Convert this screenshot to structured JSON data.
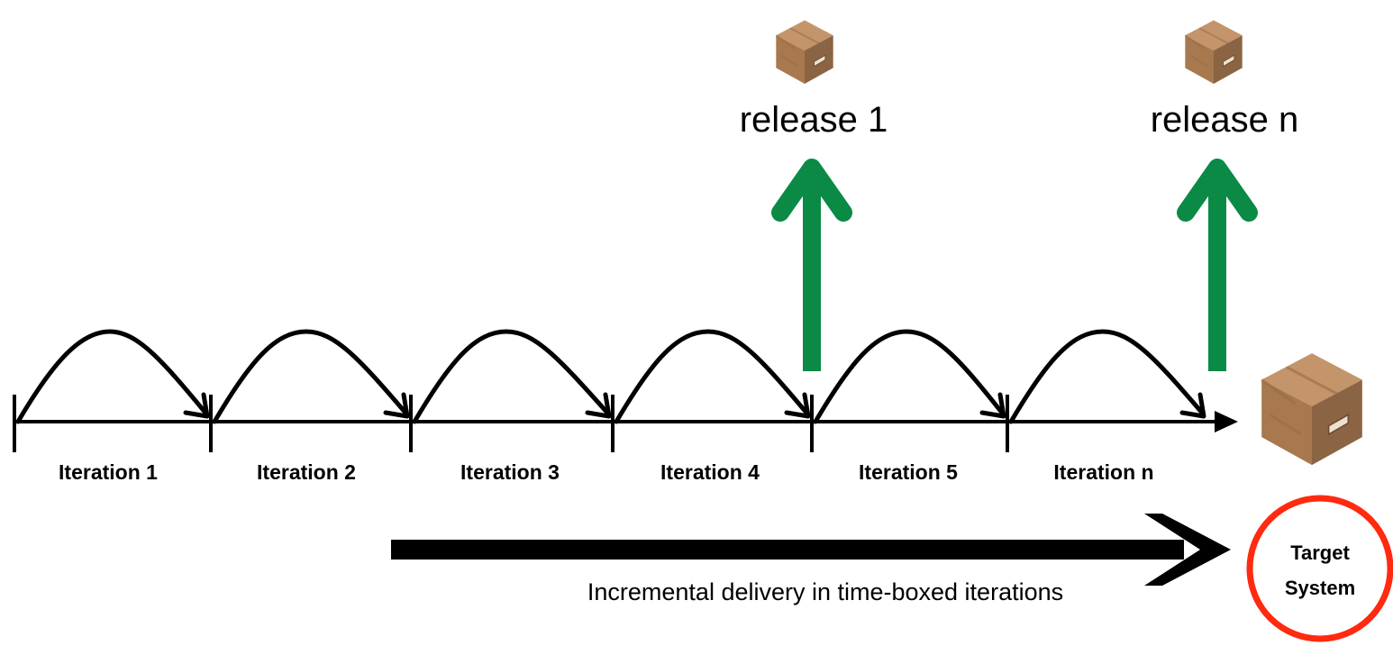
{
  "diagram": {
    "iterations": [
      {
        "label": "Iteration 1"
      },
      {
        "label": "Iteration 2"
      },
      {
        "label": "Iteration 3"
      },
      {
        "label": "Iteration 4"
      },
      {
        "label": "Iteration 5"
      },
      {
        "label": "Iteration n"
      }
    ],
    "releases": [
      {
        "label": "release 1",
        "after_iteration": 4
      },
      {
        "label": "release n",
        "after_iteration": 6
      }
    ],
    "caption": "Incremental delivery in time-boxed iterations",
    "target": {
      "line1": "Target",
      "line2": "System"
    },
    "colors": {
      "timeline": "#000000",
      "release_arrow": "#0a8a45",
      "target_circle": "#ff2a10",
      "box_light": "#c4956a",
      "box_mid": "#a8784f",
      "box_dark": "#8b6443",
      "box_label": "#ece0cf"
    },
    "icons": {
      "release_box": "package-box-icon",
      "target_box": "package-box-icon"
    }
  }
}
